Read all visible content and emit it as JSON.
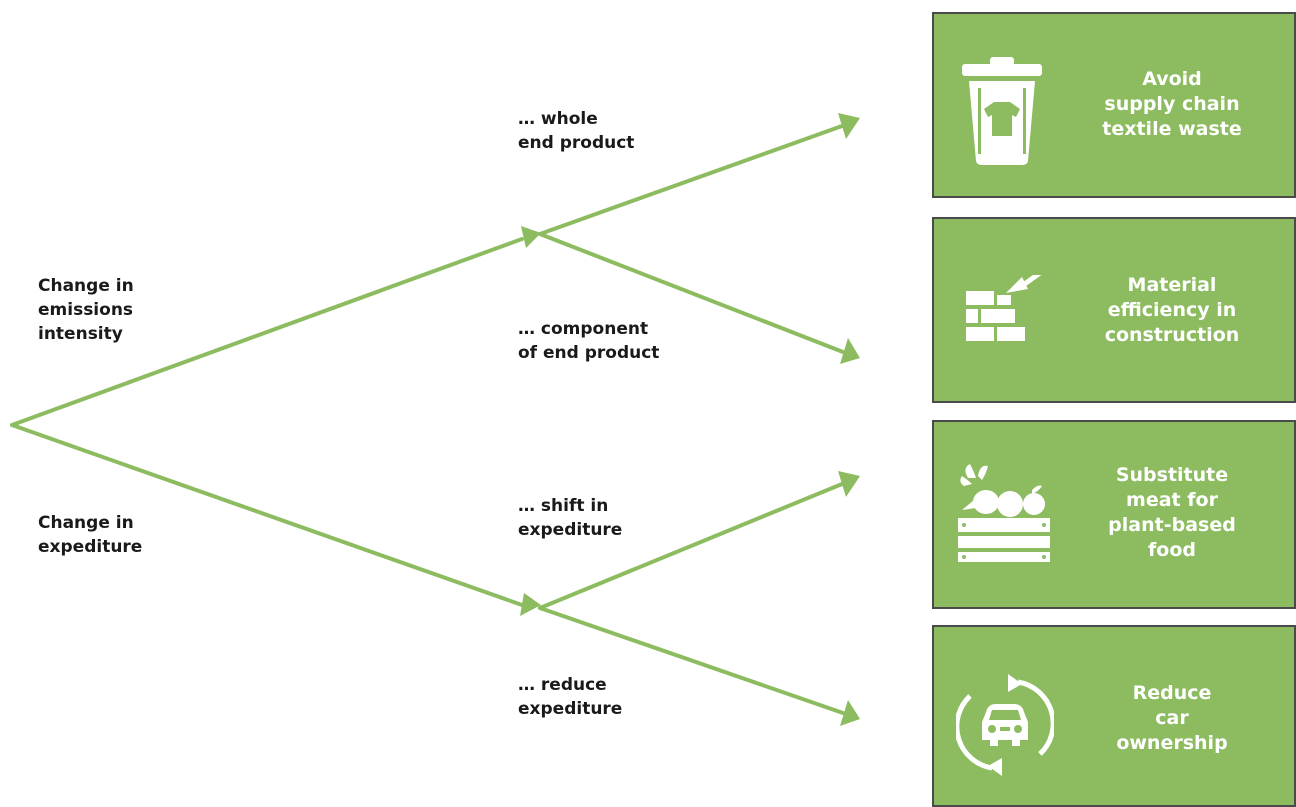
{
  "colors": {
    "line": "#8dbb60",
    "box_fill": "#8dbb60",
    "box_border": "#4a4a4a",
    "icon": "#ffffff",
    "text": "#1a1a1a"
  },
  "root_labels": {
    "upper": "Change in\nemissions\nintensity",
    "lower": "Change in\nexpediture"
  },
  "branch_labels": {
    "whole": "… whole\nend product",
    "component": "… component\nof end product",
    "shift": "… shift in\nexpediture",
    "reduce": "… reduce\nexpediture"
  },
  "boxes": [
    {
      "label": "Avoid\nsupply chain\ntextile waste",
      "icon": "trash-can-with-tshirt-icon"
    },
    {
      "label": "Material\nefficiency in\nconstruction",
      "icon": "bricks-and-trowel-icon"
    },
    {
      "label": "Substitute\nmeat for\nplant-based\nfood",
      "icon": "vegetable-crate-icon"
    },
    {
      "label": "Reduce\ncar\nownership",
      "icon": "car-with-cycle-arrows-icon"
    }
  ]
}
